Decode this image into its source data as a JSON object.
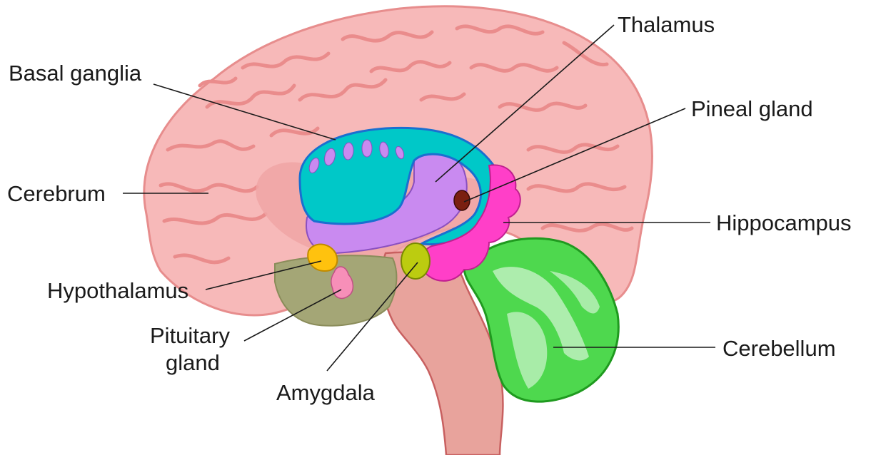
{
  "labels": {
    "thalamus": "Thalamus",
    "basal_ganglia": "Basal ganglia",
    "pineal_gland": "Pineal gland",
    "cerebrum": "Cerebrum",
    "hippocampus": "Hippocampus",
    "hypothalamus": "Hypothalamus",
    "pituitary_line1": "Pituitary",
    "pituitary_line2": "gland",
    "amygdala": "Amygdala",
    "cerebellum": "Cerebellum"
  },
  "colors": {
    "cerebrum": "#f7b9b9",
    "cerebrum_outline": "#e78d8d",
    "brainstem": "#e8a39c",
    "basal_ganglia": "#00c8c8",
    "basal_ganglia_outline": "#1a6fd0",
    "thalamus": "#c98af0",
    "hippocampus": "#ff3fc8",
    "pineal_gland": "#7a1f10",
    "hypothalamus": "#ffc20e",
    "pituitary_gland": "#f78fb8",
    "amygdala": "#bccc10",
    "cerebellum": "#4ed84e",
    "pituitary_region": "#a4a676"
  }
}
